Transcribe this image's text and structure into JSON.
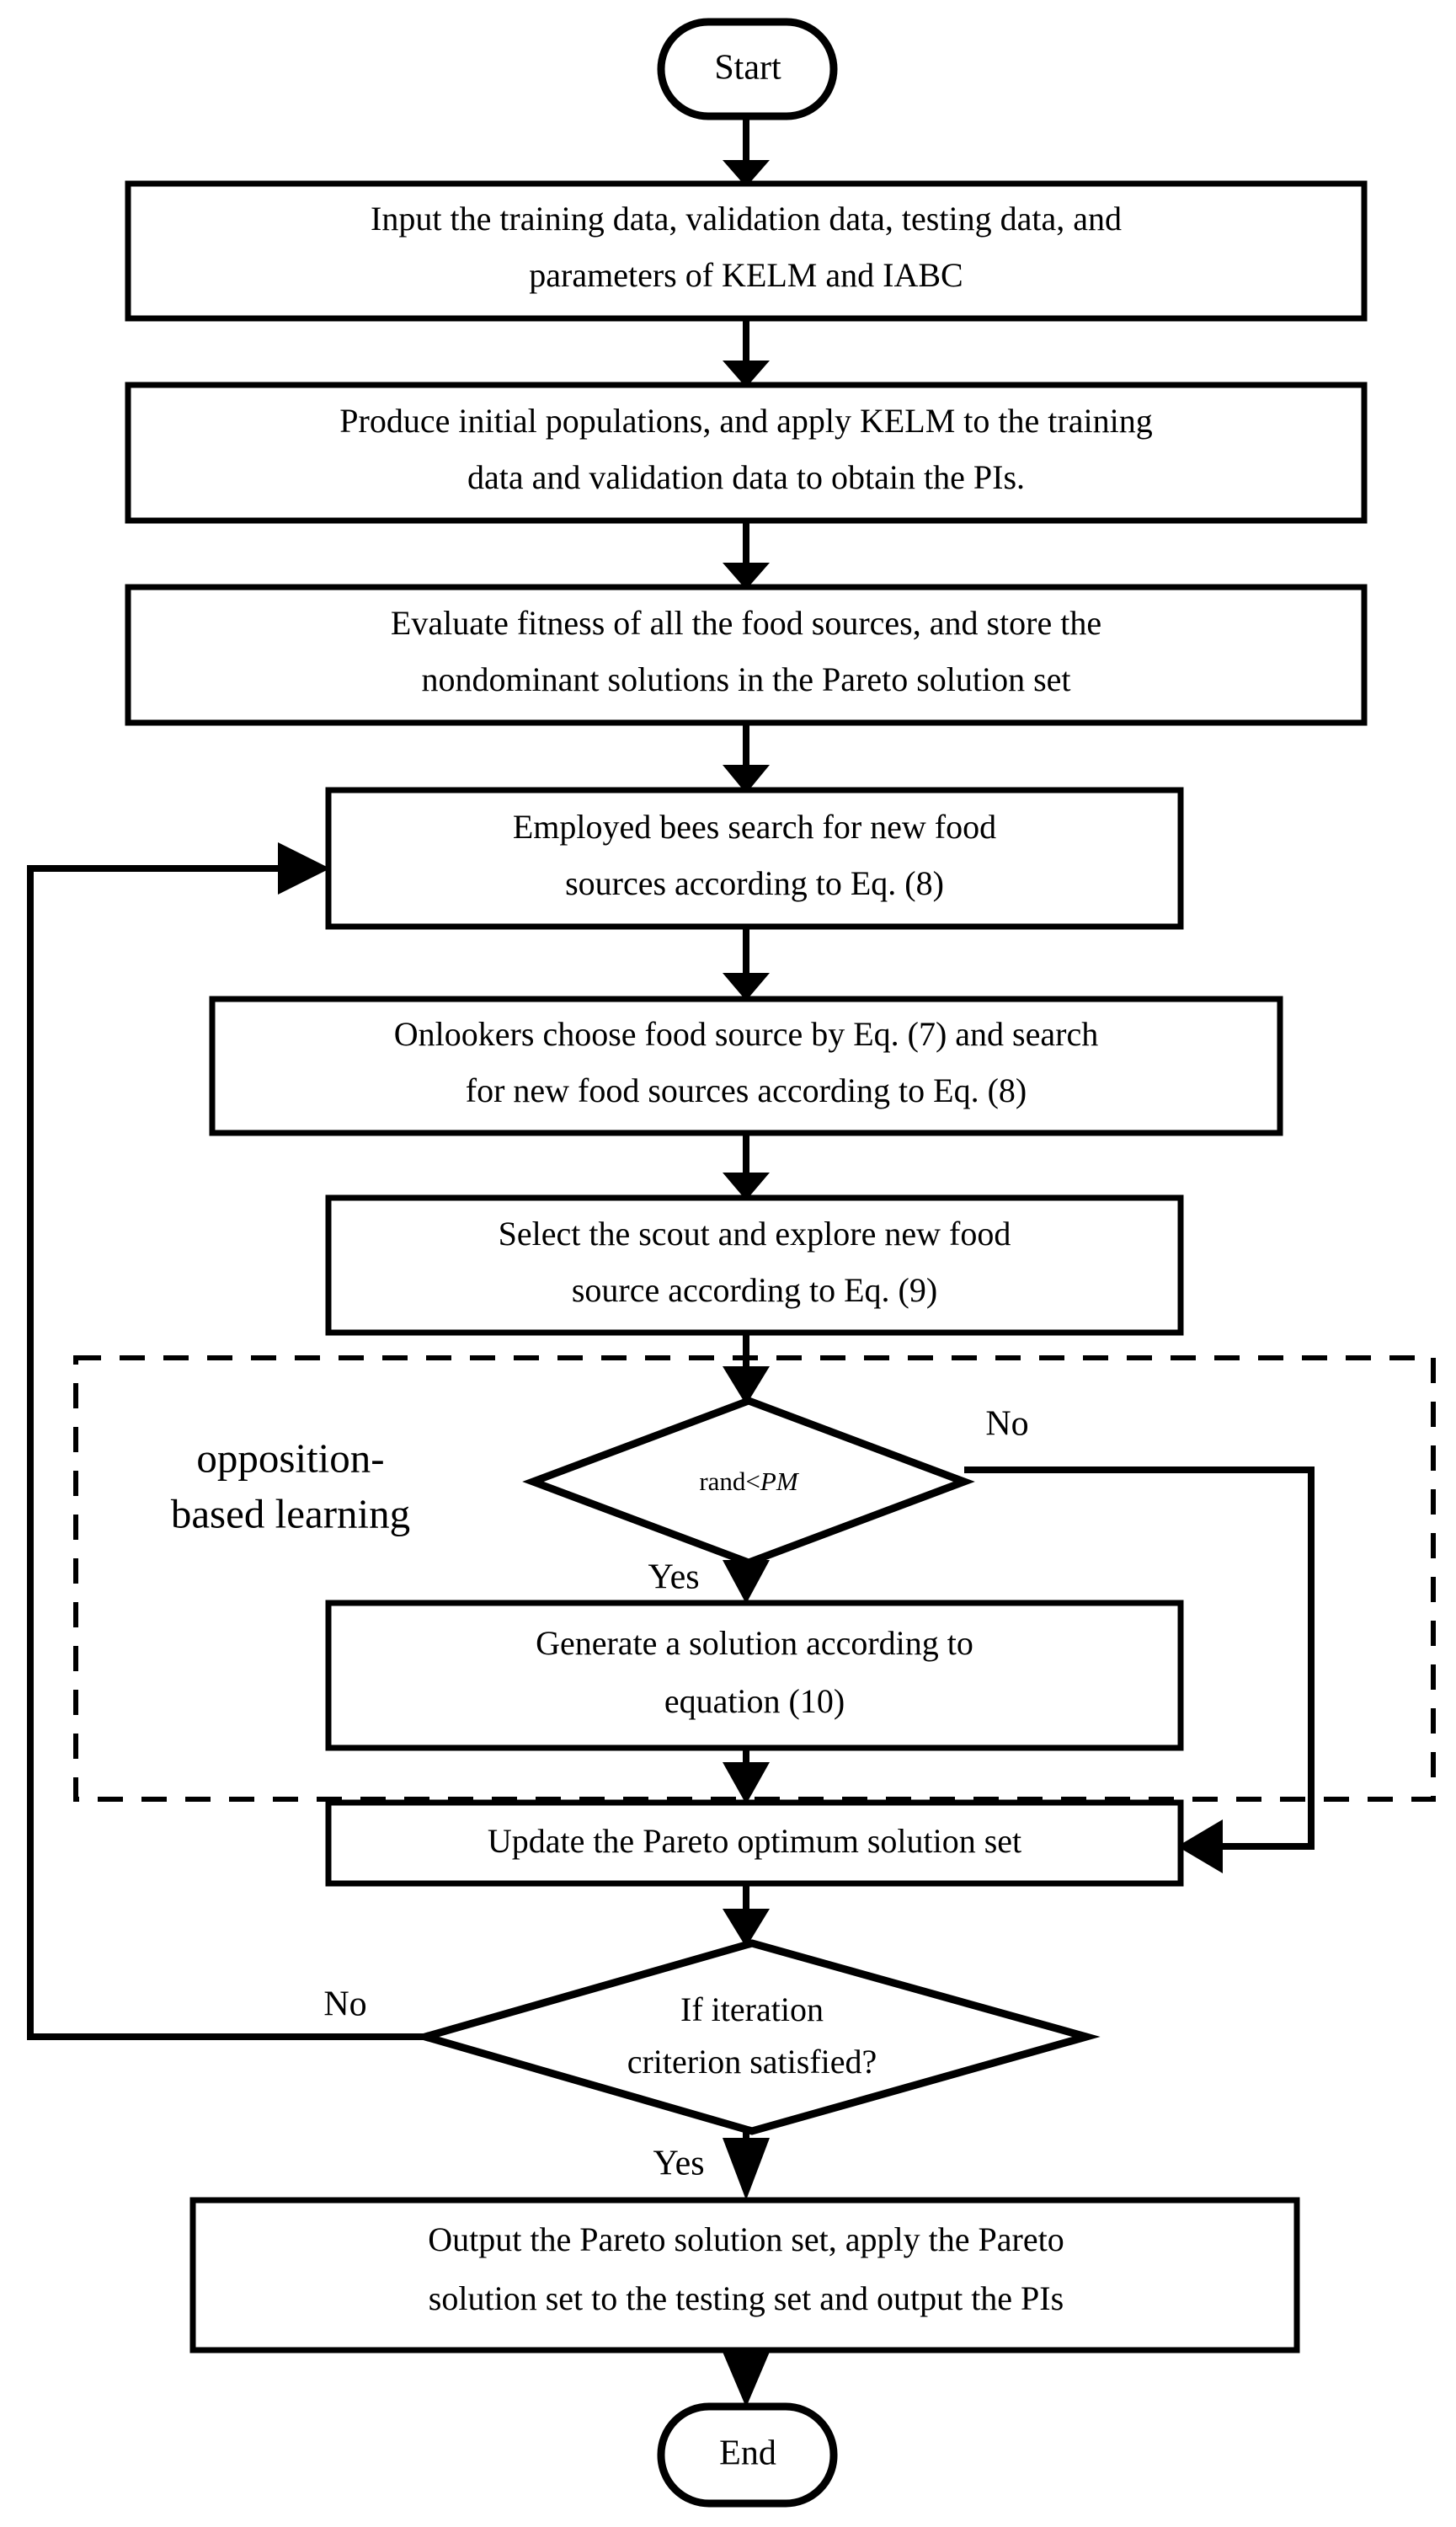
{
  "diagram": {
    "title": "KELM-IABC multi-objective prediction interval flowchart",
    "type": "flowchart",
    "background_color": "#ffffff",
    "line_color": "#000000",
    "nodes": {
      "start": {
        "shape": "terminator",
        "label": "Start"
      },
      "input": {
        "shape": "process",
        "line1": "Input the training data, validation data,  testing data, and",
        "line2": "parameters of KELM and IABC"
      },
      "produce": {
        "shape": "process",
        "line1": "Produce initial populations, and apply KELM to the training",
        "line2": "data and validation data to obtain the PIs."
      },
      "evaluate": {
        "shape": "process",
        "line1": "Evaluate fitness of all the food sources, and store the",
        "line2": "nondominant solutions in the Pareto solution set"
      },
      "employed": {
        "shape": "process",
        "line1": "Employed bees search for new food",
        "line2": "sources according to  Eq. (8)"
      },
      "onlookers": {
        "shape": "process",
        "line1": "Onlookers choose food source by Eq. (7) and search",
        "line2": "for new food sources according to  Eq. (8)"
      },
      "scout": {
        "shape": "process",
        "line1": "Select the scout and explore new food",
        "line2": "source according to Eq. (9)"
      },
      "rand_decision": {
        "shape": "decision",
        "label_prefix": "rand<",
        "label_italic": "PM"
      },
      "generate": {
        "shape": "process",
        "line1": "Generate a solution according to",
        "line2": "equation (10)"
      },
      "update": {
        "shape": "process",
        "line1": "Update the Pareto optimum solution set"
      },
      "iteration_decision": {
        "shape": "decision",
        "line1": "If iteration",
        "line2": "criterion satisfied?"
      },
      "output": {
        "shape": "process",
        "line1": "Output the Pareto solution set, apply the Pareto",
        "line2": "solution set to the testing set and output the PIs"
      },
      "end": {
        "shape": "terminator",
        "label": "End"
      }
    },
    "group": {
      "style": "dashed",
      "label_line1": "opposition-",
      "label_line2": "based learning"
    },
    "edge_labels": {
      "rand_no": "No",
      "rand_yes": "Yes",
      "iteration_no": "No",
      "iteration_yes": "Yes"
    }
  }
}
